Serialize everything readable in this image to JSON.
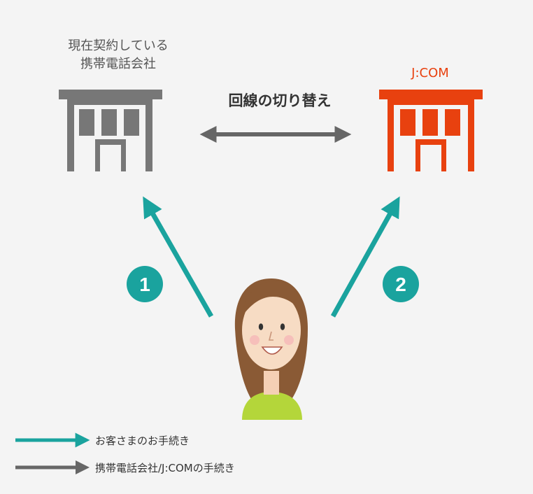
{
  "current_carrier": {
    "label_line1": "現在契約している",
    "label_line2": "携帯電話会社",
    "color": "#777777"
  },
  "jcom": {
    "label": "J:COM",
    "color": "#e8410f"
  },
  "switch_label": "回線の切り替え",
  "steps": [
    {
      "number": "1",
      "color": "#1aa39e"
    },
    {
      "number": "2",
      "color": "#1aa39e"
    }
  ],
  "legend": {
    "customer": {
      "label": "お客さまのお手続き",
      "color": "#1aa39e"
    },
    "carrier": {
      "label": "携帯電話会社/J:COMの手続き",
      "color": "#666666"
    }
  }
}
